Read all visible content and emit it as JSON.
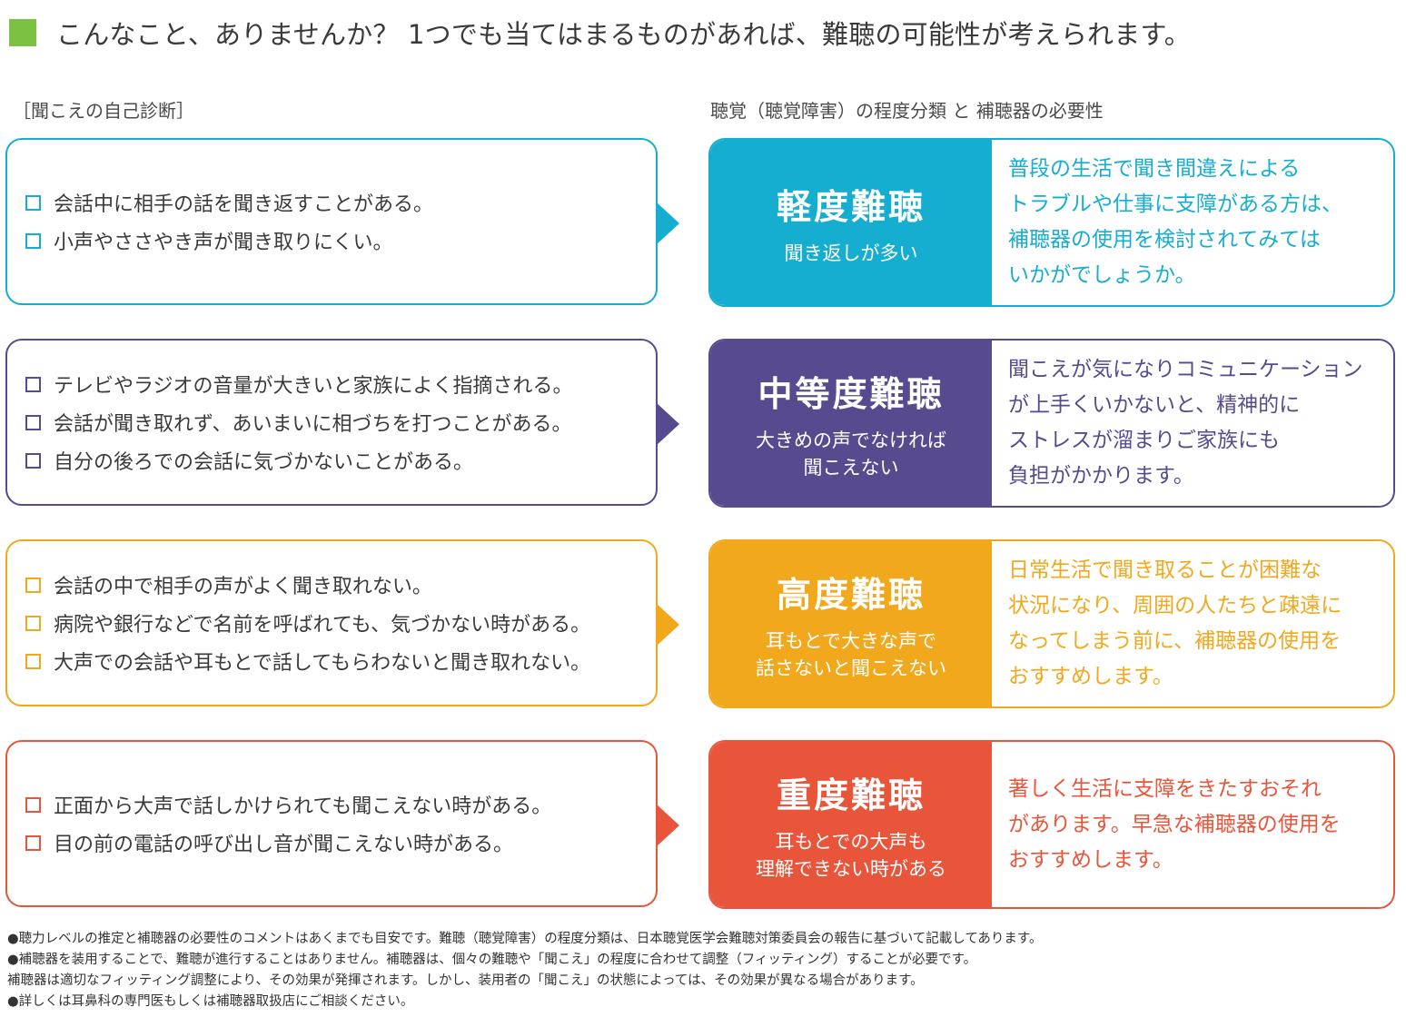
{
  "title": "こんなこと、ありませんか？ 1つでも当てはまるものがあれば、難聴の可能性が考えられます。",
  "heading_left": "［聞こえの自己診断］",
  "heading_right": "聴覚（聴覚障害）の程度分類 と 補聴器の必要性",
  "colors": {
    "title_square": "#7cc242",
    "mild": "#16aed0",
    "moderate": "#574a8f",
    "severe": "#f2a81d",
    "profound": "#e8553a"
  },
  "rows": [
    {
      "checks": [
        "会話中に相手の話を聞き返すことがある。",
        "小声やささやき声が聞き取りにくい。"
      ],
      "level_name": "軽度難聴",
      "level_desc": "聞き返しが多い",
      "advice": "普段の生活で聞き間違えによる\nトラブルや仕事に支障がある方は、\n補聴器の使用を検討されてみては\nいかがでしょうか。"
    },
    {
      "checks": [
        "テレビやラジオの音量が大きいと家族によく指摘される。",
        "会話が聞き取れず、あいまいに相づちを打つことがある。",
        "自分の後ろでの会話に気づかないことがある。"
      ],
      "level_name": "中等度難聴",
      "level_desc": "大きめの声でなければ\n聞こえない",
      "advice": "聞こえが気になりコミュニケーション\nが上手くいかないと、精神的に\nストレスが溜まりご家族にも\n負担がかかります。"
    },
    {
      "checks": [
        "会話の中で相手の声がよく聞き取れない。",
        "病院や銀行などで名前を呼ばれても、気づかない時がある。",
        "大声での会話や耳もとで話してもらわないと聞き取れない。"
      ],
      "level_name": "高度難聴",
      "level_desc": "耳もとで大きな声で\n話さないと聞こえない",
      "advice": "日常生活で聞き取ることが困難な\n状況になり、周囲の人たちと疎遠に\nなってしまう前に、補聴器の使用を\nおすすめします。"
    },
    {
      "checks": [
        "正面から大声で話しかけられても聞こえない時がある。",
        "目の前の電話の呼び出し音が聞こえない時がある。"
      ],
      "level_name": "重度難聴",
      "level_desc": "耳もとでの大声も\n理解できない時がある",
      "advice": "著しく生活に支障をきたすおそれ\nがあります。早急な補聴器の使用を\nおすすめします。"
    }
  ],
  "notes": [
    "●聴力レベルの推定と補聴器の必要性のコメントはあくまでも目安です。難聴（聴覚障害）の程度分類は、日本聴覚医学会難聴対策委員会の報告に基づいて記載してあります。",
    "●補聴器を装用することで、難聴が進行することはありません。補聴器は、個々の難聴や「聞こえ」の程度に合わせて調整（フィッティング）することが必要です。",
    "補聴器は適切なフィッティング調整により、その効果が発揮されます。しかし、装用者の「聞こえ」の状態によっては、その効果が異なる場合があります。",
    "●詳しくは耳鼻科の専門医もしくは補聴器取扱店にご相談ください。"
  ]
}
